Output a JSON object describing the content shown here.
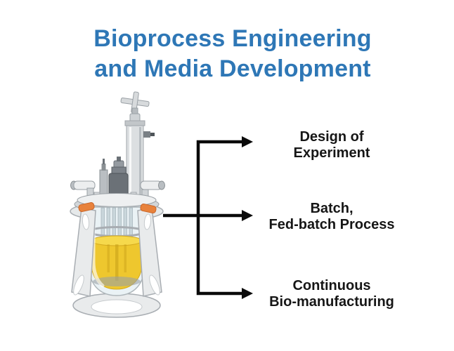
{
  "title": {
    "line1": "Bioprocess Engineering",
    "line2": "and Media Development"
  },
  "diagram": {
    "source_icon": "bioreactor-illustration",
    "items": [
      {
        "line1": "Design of",
        "line2": "Experiment"
      },
      {
        "line1": "Batch,",
        "line2": "Fed-batch Process"
      },
      {
        "line1": "Continuous",
        "line2": "Bio-manufacturing"
      }
    ]
  },
  "colors": {
    "background": "#ffffff",
    "title": "#2e77b6",
    "label": "#161616",
    "arrow": "#0a0a0a",
    "liquid": "#eec72e",
    "liquid-surface": "#f6d94c",
    "accent": "#e8823c"
  }
}
